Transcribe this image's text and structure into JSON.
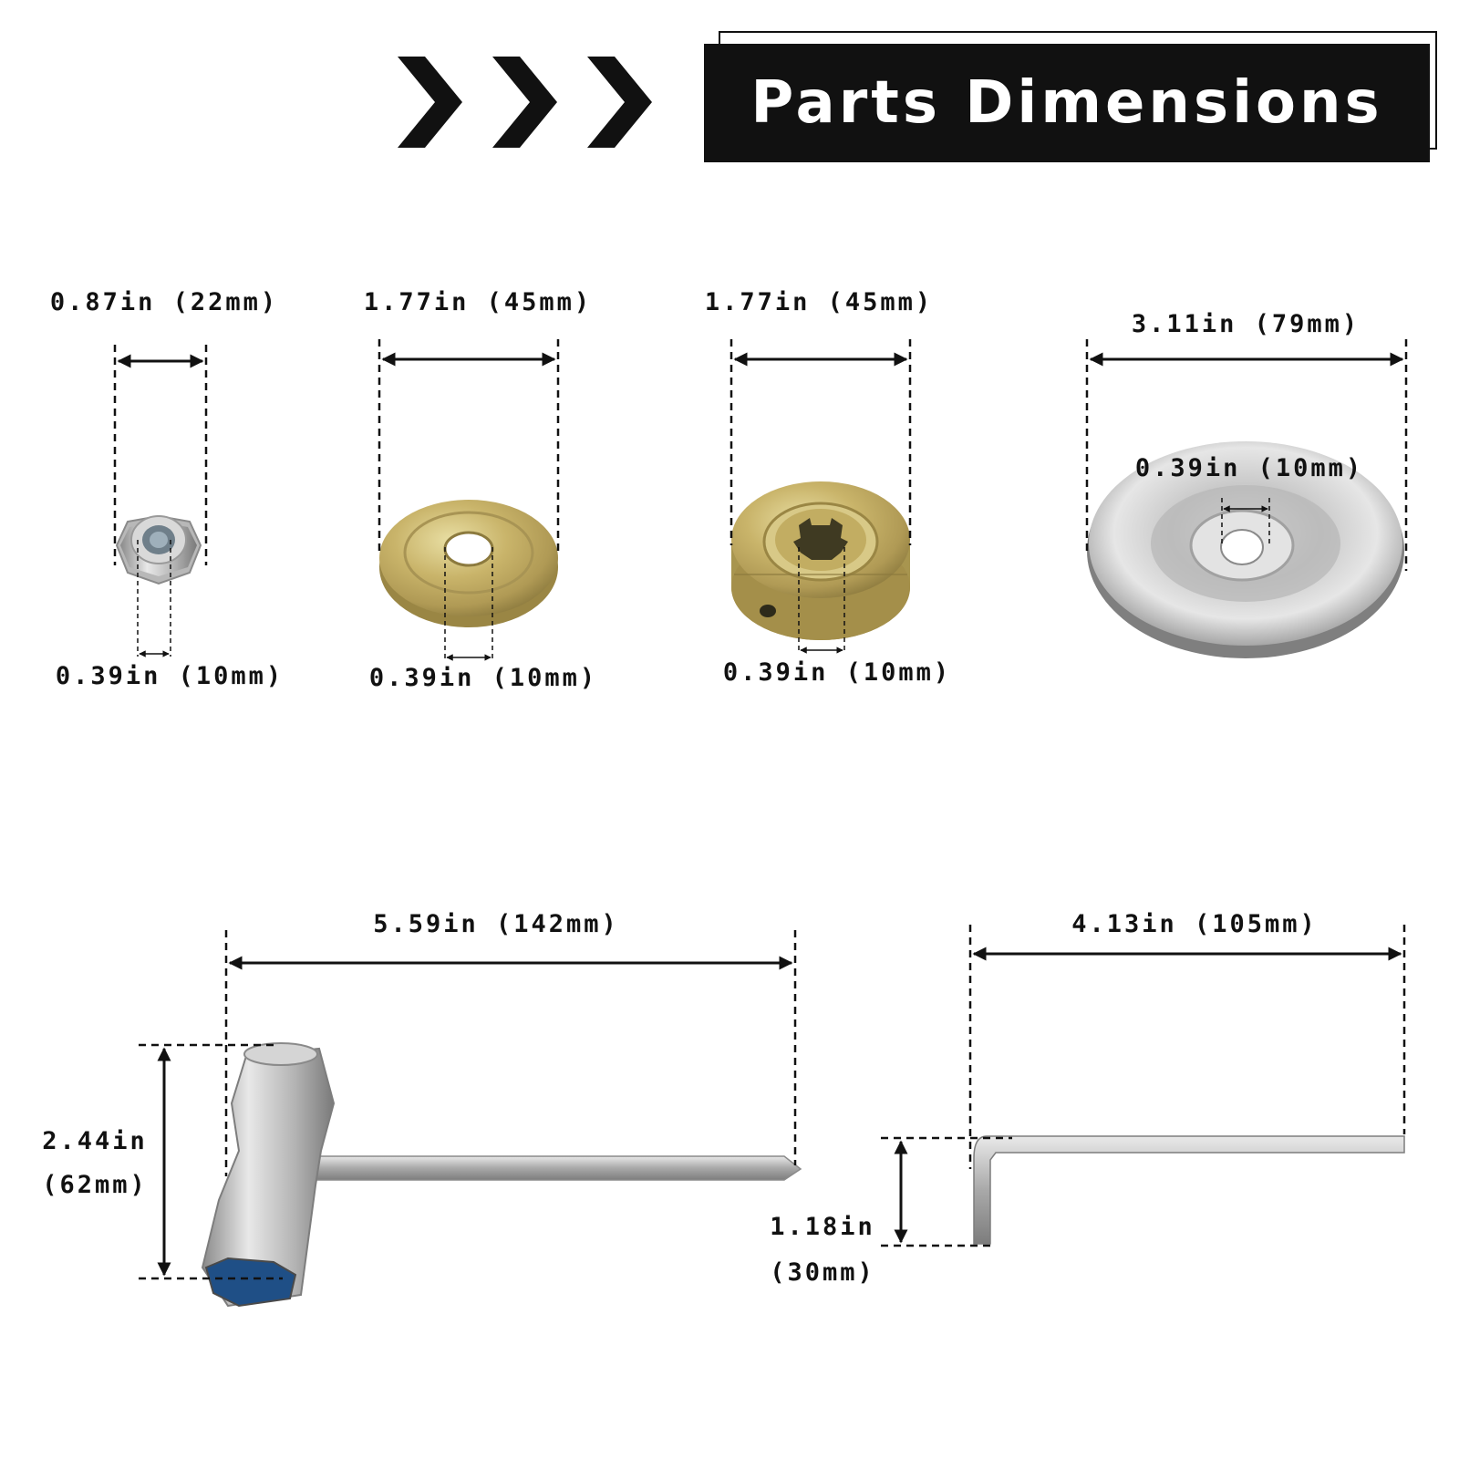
{
  "title": "Parts Dimensions",
  "colors": {
    "banner": "#111111",
    "banner_text": "#ffffff",
    "dimension_line": "#111111"
  },
  "parts": [
    {
      "name": "lock nut",
      "width_label": "0.87in (22mm)",
      "hole_label": "0.39in (10mm)"
    },
    {
      "name": "flat washer",
      "width_label": "1.77in (45mm)",
      "hole_label": "0.39in (10mm)"
    },
    {
      "name": "splined adapter",
      "width_label": "1.77in (45mm)",
      "hole_label": "0.39in (10mm)"
    },
    {
      "name": "cup washer",
      "width_label": "3.11in (79mm)",
      "hole_label": "0.39in (10mm)"
    },
    {
      "name": "spark plug wrench",
      "length_label": "5.59in (142mm)",
      "height_label_line1": "2.44in",
      "height_label_line2": "(62mm)"
    },
    {
      "name": "hex key",
      "length_label": "4.13in (105mm)",
      "height_label_line1": "1.18in",
      "height_label_line2": "(30mm)"
    }
  ]
}
